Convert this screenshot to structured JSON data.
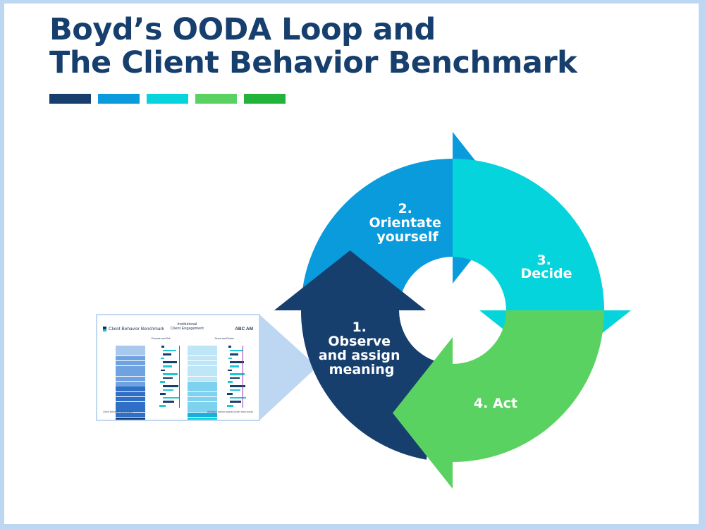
{
  "title": {
    "line1": "Boyd’s OODA Loop and",
    "line2": "The Client Behavior Benchmark"
  },
  "color_bars": [
    "#173f6e",
    "#0a9bdc",
    "#05d4dc",
    "#5ad262",
    "#22b33a"
  ],
  "cycle": {
    "steps": [
      {
        "number": "1.",
        "lines": [
          "Observe",
          "and assign",
          "meaning"
        ],
        "color": "#173f6e"
      },
      {
        "number": "2.",
        "lines": [
          "Orientate",
          "yourself"
        ],
        "color": "#0a9bdc"
      },
      {
        "number": "3.",
        "lines": [
          "Decide"
        ],
        "color": "#05d4dc"
      },
      {
        "number": "4.",
        "lines": [
          "Act"
        ],
        "color": "#5ad262"
      }
    ],
    "pointer_color": "#bdd7f2"
  },
  "thumbnail": {
    "brand": "Client Behavior Benchmark",
    "center_title_1": "Institutional",
    "center_title_2": "Client Engagement",
    "right_label": "ABC AM",
    "left_section": "Promote and Sell",
    "right_section": "Serve and Retain",
    "footer_left": "Client Behavior Benchmark",
    "footer_right": "Because actions speak louder than words"
  }
}
